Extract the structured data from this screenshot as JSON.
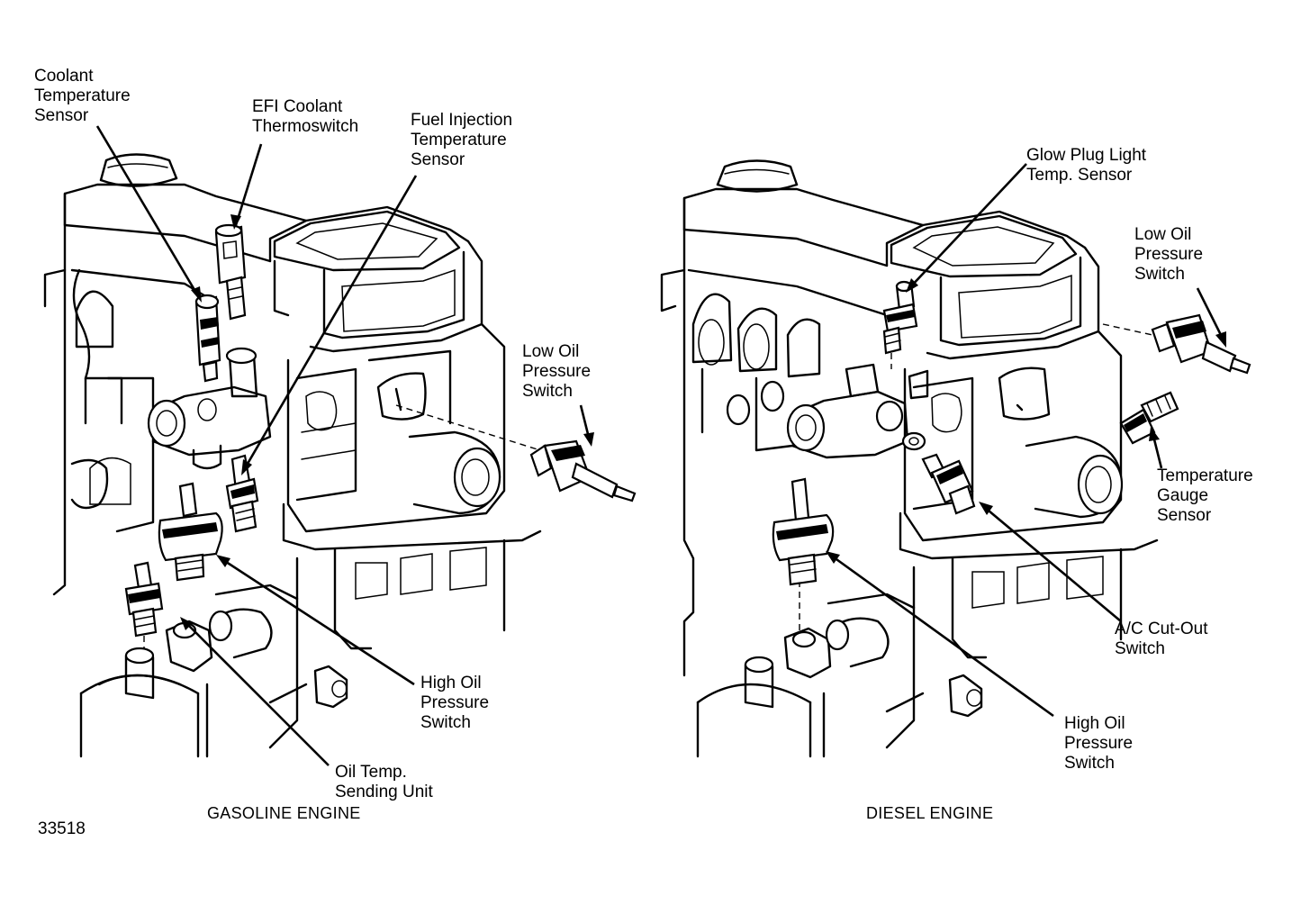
{
  "figure_id": "33518",
  "gasoline": {
    "caption": "GASOLINE ENGINE",
    "labels": {
      "coolant_temp_sensor": "Coolant\nTemperature\nSensor",
      "efi_thermoswitch": "EFI Coolant\nThermoswitch",
      "fuel_injection_temp_sensor": "Fuel Injection\nTemperature\nSensor",
      "low_oil_pressure_switch": "Low Oil\nPressure\nSwitch",
      "high_oil_pressure_switch": "High Oil\nPressure\nSwitch",
      "oil_temp_sending_unit": "Oil Temp.\nSending Unit"
    }
  },
  "diesel": {
    "caption": "DIESEL ENGINE",
    "labels": {
      "glow_plug_light_sensor": "Glow Plug Light\nTemp. Sensor",
      "low_oil_pressure_switch": "Low Oil\nPressure\nSwitch",
      "temperature_gauge_sensor": "Temperature\nGauge\nSensor",
      "ac_cutout_switch": "A/C Cut-Out\nSwitch",
      "high_oil_pressure_switch": "High Oil\nPressure\nSwitch"
    }
  }
}
